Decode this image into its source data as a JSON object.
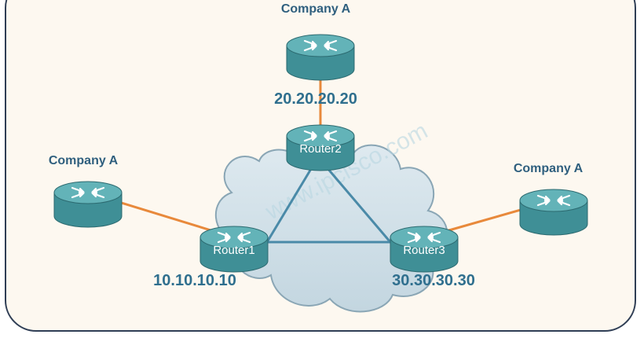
{
  "diagram": {
    "watermark": "www.ipcisco.com",
    "colors": {
      "link_external": "#e8893b",
      "link_internal": "#4a8aa8",
      "router_body": "#3f8f96",
      "router_top": "#63b3b8",
      "cloud_fill": "#ccdde6",
      "cloud_stroke": "#8aa6b5"
    },
    "routers": [
      {
        "id": "company-top",
        "label": "",
        "caption": "Company A",
        "icon": "router-icon"
      },
      {
        "id": "router2",
        "label": "Router2",
        "caption": "20.20.20.20",
        "icon": "router-icon"
      },
      {
        "id": "company-left",
        "label": "",
        "caption": "Company A",
        "icon": "router-icon"
      },
      {
        "id": "router1",
        "label": "Router1",
        "caption": "10.10.10.10",
        "icon": "router-icon"
      },
      {
        "id": "company-right",
        "label": "",
        "caption": "Company A",
        "icon": "router-icon"
      },
      {
        "id": "router3",
        "label": "Router3",
        "caption": "30.30.30.30",
        "icon": "router-icon"
      }
    ],
    "links": [
      {
        "from": "company-top",
        "to": "router2",
        "type": "external"
      },
      {
        "from": "company-left",
        "to": "router1",
        "type": "external"
      },
      {
        "from": "company-right",
        "to": "router3",
        "type": "external"
      },
      {
        "from": "router1",
        "to": "router2",
        "type": "internal"
      },
      {
        "from": "router2",
        "to": "router3",
        "type": "internal"
      },
      {
        "from": "router1",
        "to": "router3",
        "type": "internal"
      }
    ]
  }
}
